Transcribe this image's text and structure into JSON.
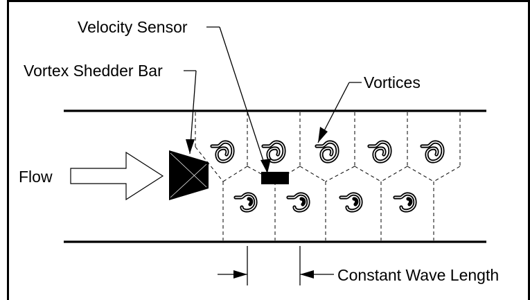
{
  "labels": {
    "velocity_sensor": "Velocity Sensor",
    "vortex_shedder_bar": "Vortex Shedder Bar",
    "vortices": "Vortices",
    "flow": "Flow",
    "constant_wave_length": "Constant Wave Length"
  },
  "colors": {
    "ink": "#000000",
    "background": "#ffffff"
  }
}
